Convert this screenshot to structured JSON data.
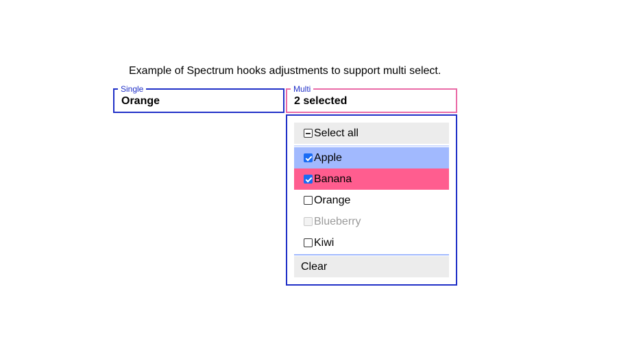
{
  "caption": "Example of Spectrum hooks adjustments to support multi select.",
  "single_field": {
    "label": "Single",
    "value": "Orange"
  },
  "multi_field": {
    "label": "Multi",
    "value": "2 selected"
  },
  "listbox": {
    "select_all_label": "Select all",
    "options": [
      {
        "label": "Apple",
        "checked": true,
        "disabled": false,
        "color": "#a1b9fe"
      },
      {
        "label": "Banana",
        "checked": true,
        "disabled": false,
        "color": "#ff5d8f"
      },
      {
        "label": "Orange",
        "checked": false,
        "disabled": false
      },
      {
        "label": "Blueberry",
        "checked": false,
        "disabled": true
      },
      {
        "label": "Kiwi",
        "checked": false,
        "disabled": false
      }
    ],
    "clear_label": "Clear"
  },
  "colors": {
    "focus_border": "#1f2fc7",
    "multi_border": "#ea6aa6",
    "apple_highlight": "#a1b9fe",
    "banana_highlight": "#ff5d8f",
    "action_background": "#ececec"
  }
}
